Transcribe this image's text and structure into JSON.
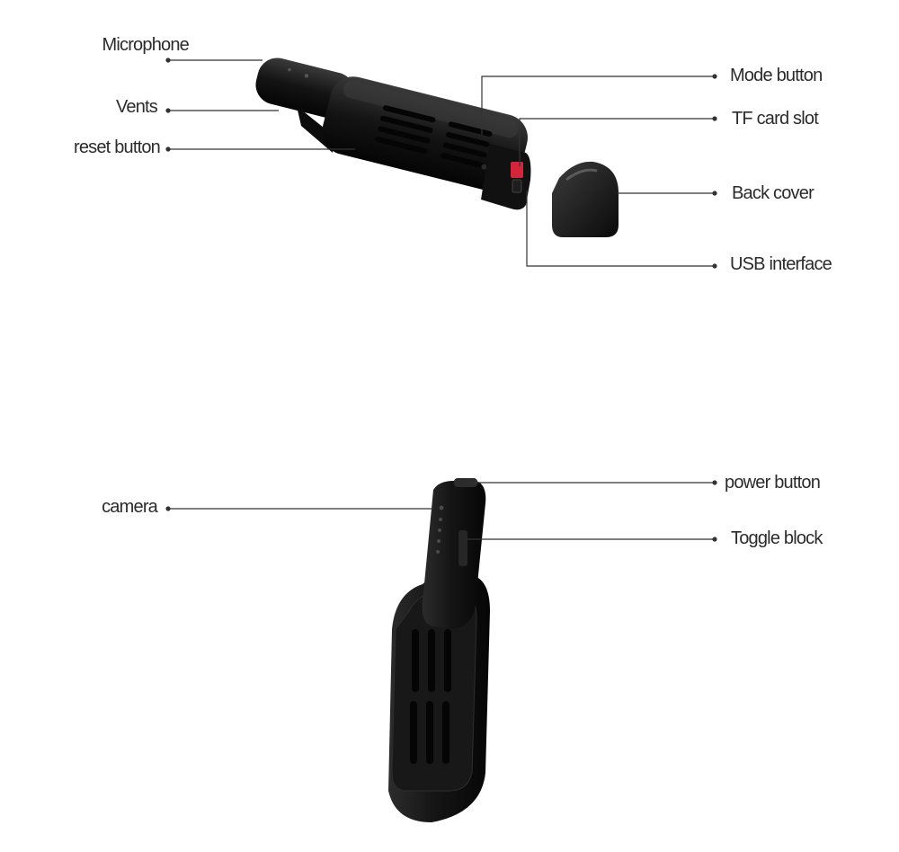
{
  "labels": {
    "microphone": "Microphone",
    "vents": "Vents",
    "reset_button": "reset button",
    "mode_button": "Mode button",
    "tf_card_slot": "TF card slot",
    "back_cover": "Back cover",
    "usb_interface": "USB interface",
    "camera": "camera",
    "power_button": "power button",
    "toggle_block": "Toggle block"
  },
  "colors": {
    "device_body": "#141414",
    "device_highlight": "#3a3a3a",
    "leader_line": "#333333",
    "label_text": "#2b2b2b",
    "card_slot_red": "#d3263a"
  }
}
